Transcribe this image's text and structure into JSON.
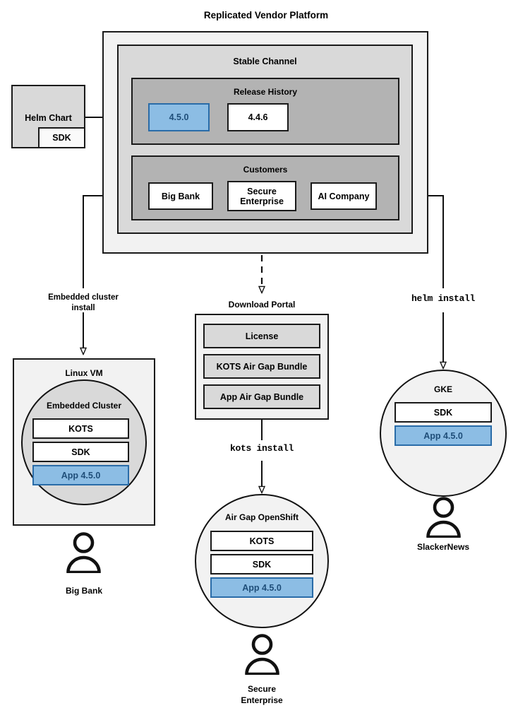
{
  "diagram": {
    "title": "Replicated Vendor Platform",
    "platform": {
      "stable_channel": {
        "title": "Stable Channel",
        "release_history": {
          "title": "Release History",
          "releases": [
            {
              "label": "4.5.0",
              "highlighted": true
            },
            {
              "label": "4.4.6",
              "highlighted": false
            }
          ]
        },
        "customers": {
          "title": "Customers",
          "items": [
            {
              "label": "Big Bank"
            },
            {
              "label": "Secure\nEnterprise"
            },
            {
              "label": "AI Company"
            }
          ]
        }
      }
    },
    "helm_chart": {
      "label": "Helm Chart",
      "sdk_label": "SDK"
    },
    "edge_labels": {
      "embedded_cluster_install": "Embedded cluster\ninstall",
      "kots_install": "kots install",
      "helm_install": "helm install"
    },
    "linux_vm": {
      "title": "Linux VM",
      "embedded_cluster": {
        "title": "Embedded Cluster",
        "components": [
          {
            "label": "KOTS",
            "highlighted": false
          },
          {
            "label": "SDK",
            "highlighted": false
          },
          {
            "label": "App 4.5.0",
            "highlighted": true
          }
        ]
      },
      "user": "Big Bank"
    },
    "download_portal": {
      "title": "Download Portal",
      "artifacts": [
        {
          "label": "License"
        },
        {
          "label": "KOTS Air Gap Bundle"
        },
        {
          "label": "App Air Gap Bundle"
        }
      ]
    },
    "airgap_openshift": {
      "title": "Air Gap OpenShift",
      "components": [
        {
          "label": "KOTS",
          "highlighted": false
        },
        {
          "label": "SDK",
          "highlighted": false
        },
        {
          "label": "App 4.5.0",
          "highlighted": true
        }
      ],
      "user": "Secure\nEnterprise"
    },
    "gke": {
      "title": "GKE",
      "components": [
        {
          "label": "SDK",
          "highlighted": false
        },
        {
          "label": "App 4.5.0",
          "highlighted": true
        }
      ],
      "user": "SlackerNews"
    },
    "colors": {
      "accent_blue_fill": "#8cbde4",
      "accent_blue_border": "#2a6ca8",
      "accent_blue_text": "#1f4e79",
      "stroke": "#1a1a1a",
      "shade_outer": "#f2f2f2",
      "shade_mid": "#d9d9d9",
      "shade_inner": "#b3b3b3"
    }
  }
}
